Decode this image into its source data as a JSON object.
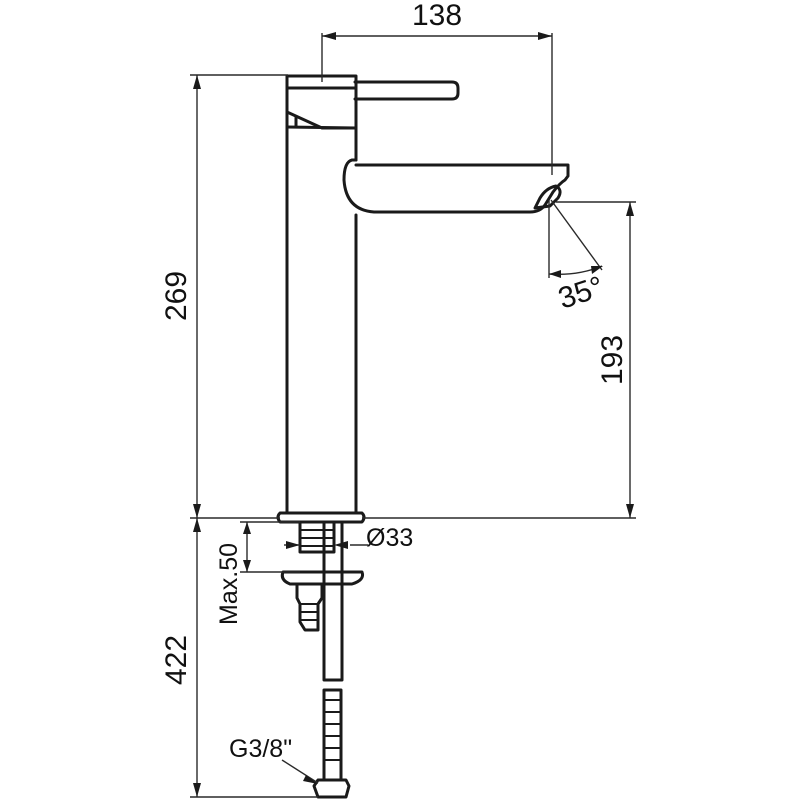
{
  "dimensions": {
    "spout_reach": "138",
    "total_height": "269",
    "spout_height": "193",
    "spout_angle": "35°",
    "base_diameter": "Ø33",
    "max_deck_thickness": "Max.50",
    "hose_length": "422",
    "connection_thread": "G3/8\""
  }
}
